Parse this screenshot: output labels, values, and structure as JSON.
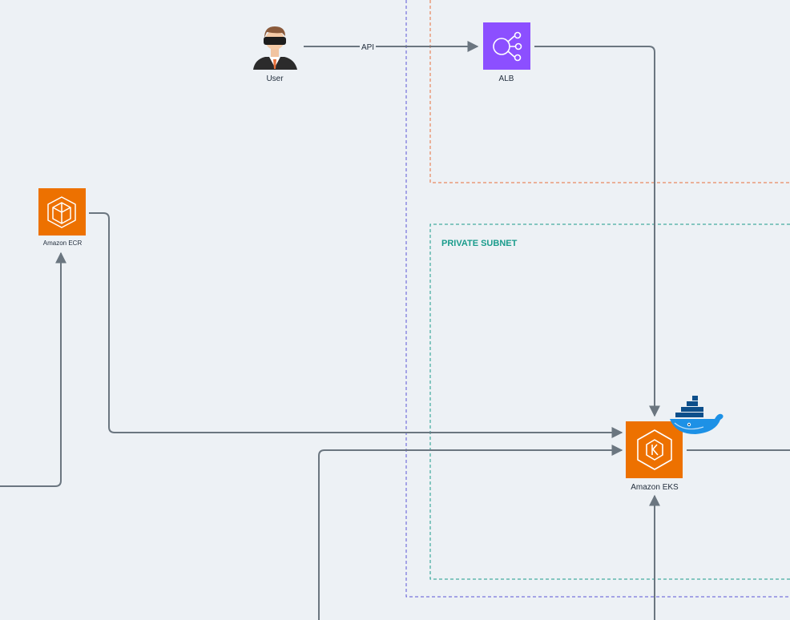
{
  "nodes": {
    "user": {
      "label": "User",
      "icon": "user-vr-avatar-icon"
    },
    "alb": {
      "label": "ALB",
      "icon": "elastic-load-balancing-icon",
      "color": "#8c4fff"
    },
    "ecr": {
      "label": "Amazon ECR",
      "icon": "amazon-ecr-icon",
      "color": "#ed7100"
    },
    "eks": {
      "label": "Amazon EKS",
      "icon": "amazon-eks-icon",
      "color": "#ed7100"
    },
    "docker": {
      "icon": "docker-whale-icon",
      "color": "#1d91e6"
    }
  },
  "edges": {
    "user_to_alb": {
      "label": "API"
    }
  },
  "groups": {
    "private_subnet": {
      "label": "PRIVATE SUBNET",
      "color": "#1a9c8c"
    },
    "public_subnet": {
      "color": "#e8703a"
    },
    "vpc": {
      "color": "#5a55d8"
    }
  },
  "style": {
    "background": "#edf1f5",
    "connector": "#6b7680"
  }
}
